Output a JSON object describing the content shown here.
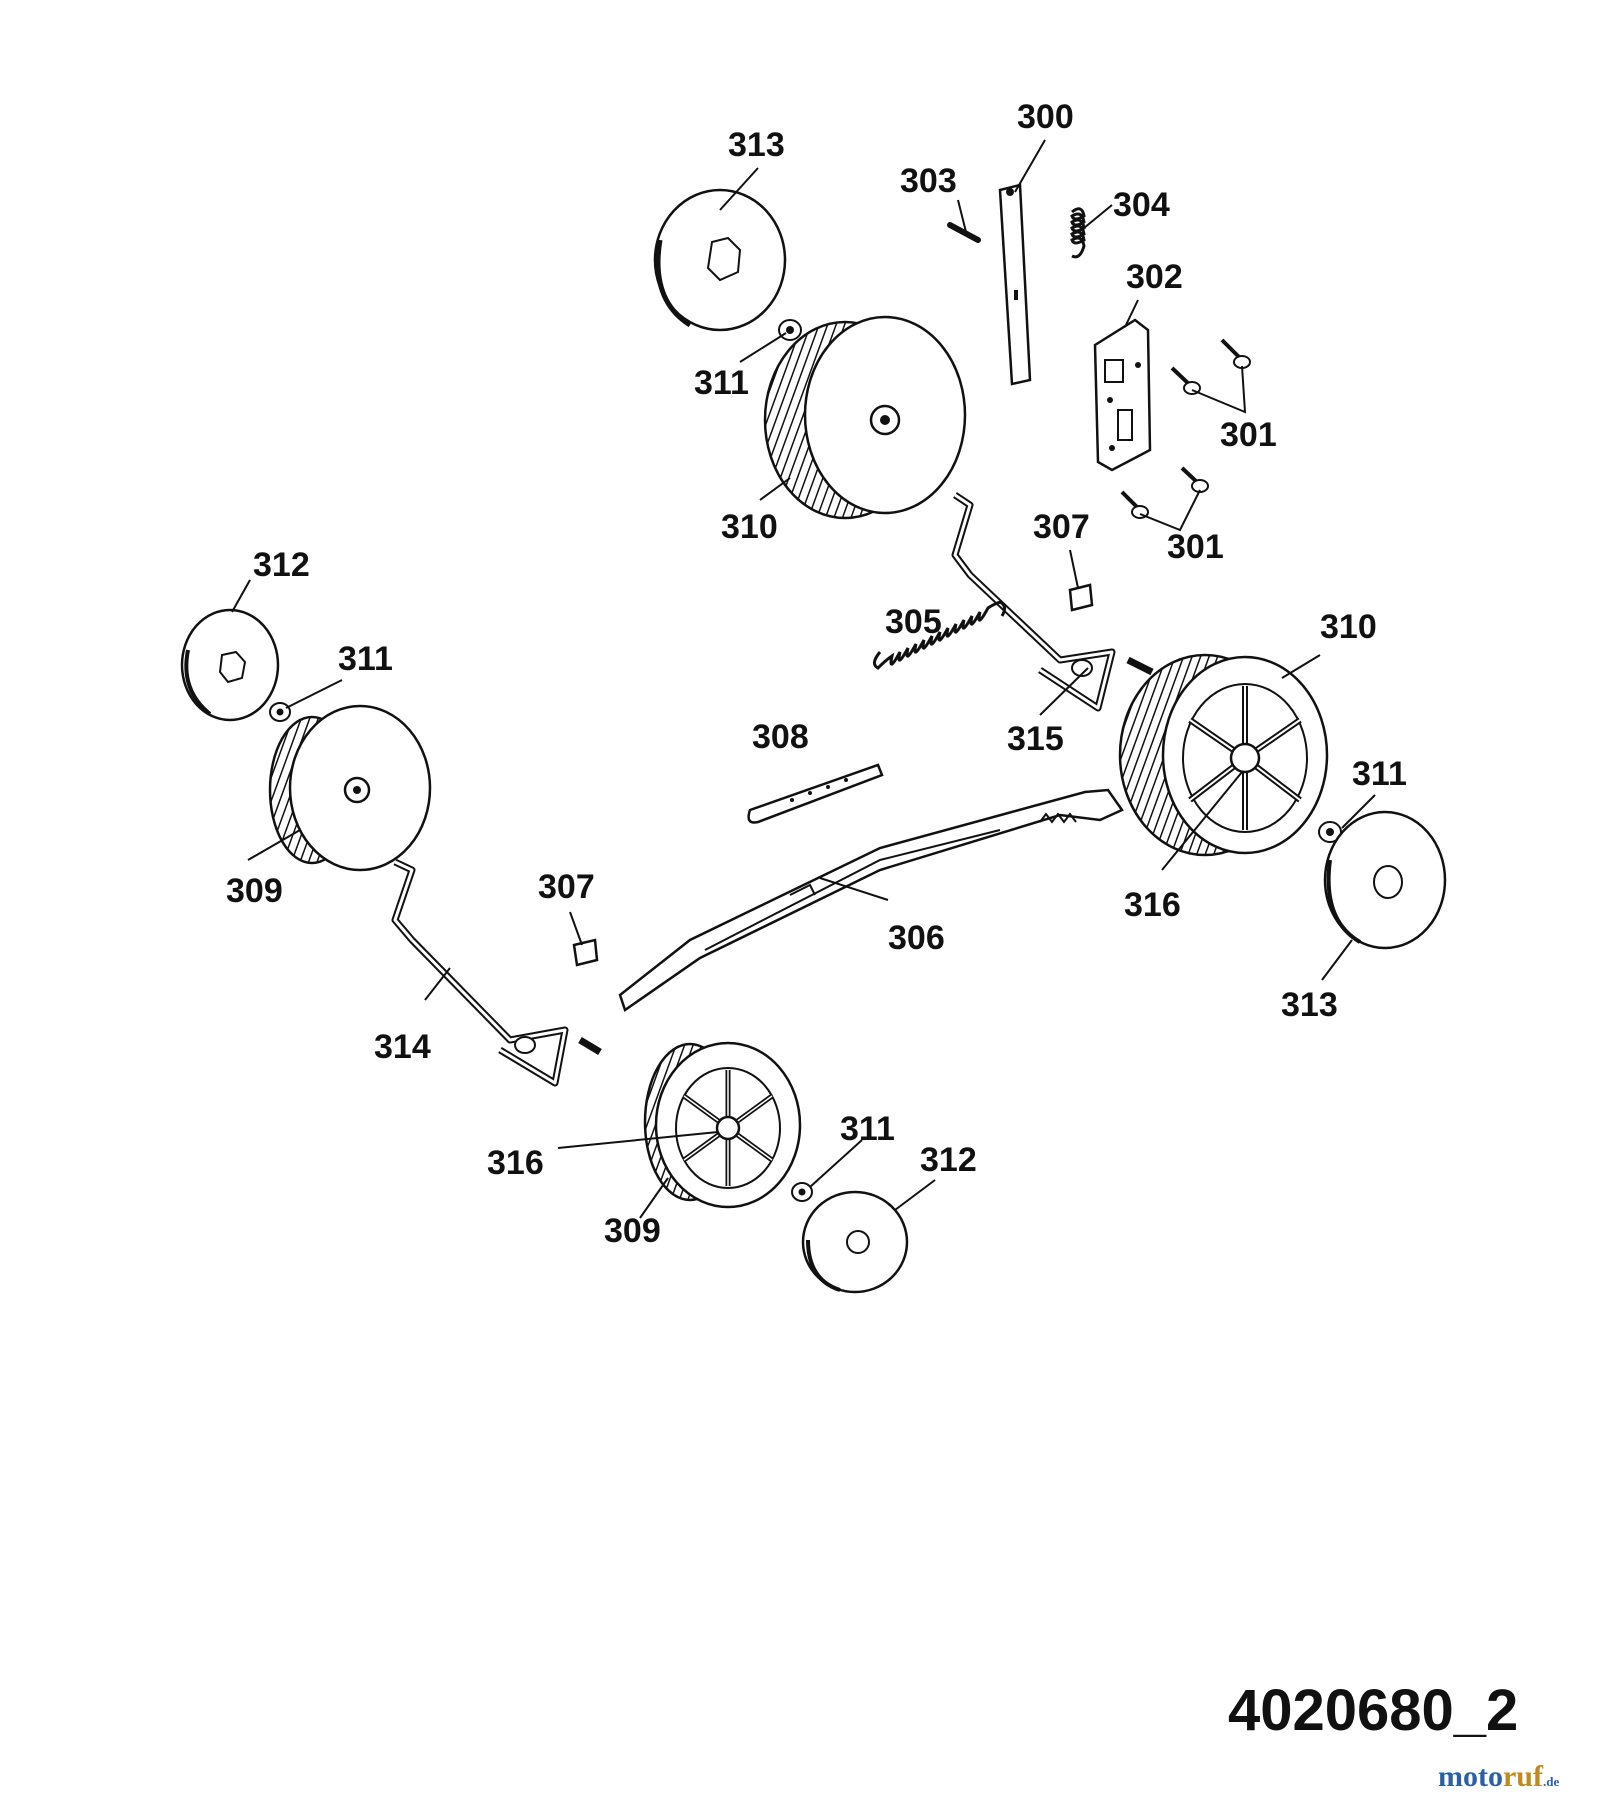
{
  "parts": [
    {
      "id": "c300",
      "label": "300"
    },
    {
      "id": "c303",
      "label": "303"
    },
    {
      "id": "c304",
      "label": "304"
    },
    {
      "id": "c313a",
      "label": "313"
    },
    {
      "id": "c302",
      "label": "302"
    },
    {
      "id": "c311a",
      "label": "311"
    },
    {
      "id": "c301a",
      "label": "301"
    },
    {
      "id": "c310a",
      "label": "310"
    },
    {
      "id": "c307a",
      "label": "307"
    },
    {
      "id": "c301b",
      "label": "301"
    },
    {
      "id": "c312a",
      "label": "312"
    },
    {
      "id": "c305",
      "label": "305"
    },
    {
      "id": "c310b",
      "label": "310"
    },
    {
      "id": "c311b",
      "label": "311"
    },
    {
      "id": "c308",
      "label": "308"
    },
    {
      "id": "c315",
      "label": "315"
    },
    {
      "id": "c311c",
      "label": "311"
    },
    {
      "id": "c309a",
      "label": "309"
    },
    {
      "id": "c307b",
      "label": "307"
    },
    {
      "id": "c316a",
      "label": "316"
    },
    {
      "id": "c306",
      "label": "306"
    },
    {
      "id": "c313b",
      "label": "313"
    },
    {
      "id": "c314",
      "label": "314"
    },
    {
      "id": "c311d",
      "label": "311"
    },
    {
      "id": "c312b",
      "label": "312"
    },
    {
      "id": "c316b",
      "label": "316"
    },
    {
      "id": "c309b",
      "label": "309"
    }
  ],
  "drawing_number": "4020680_2",
  "watermark": {
    "part1": "moto",
    "part2": "ruf",
    "suffix": ".de"
  }
}
